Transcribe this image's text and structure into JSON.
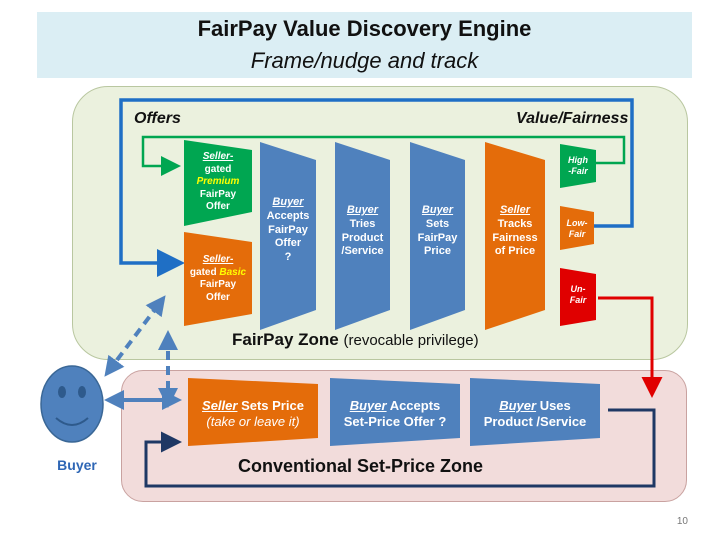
{
  "header": {
    "title": "FairPay Value Discovery Engine",
    "subtitle": "Frame/nudge and track"
  },
  "fairpay_zone": {
    "label": "FairPay Zone",
    "note": "(revocable privilege)",
    "offers_label": "Offers",
    "value_label": "Value/Fairness"
  },
  "offers": {
    "premium": {
      "line1": "Seller-",
      "line2": "gated",
      "line3": "Premium",
      "line4": "FairPay",
      "line5": "Offer"
    },
    "basic": {
      "line1": "Seller-",
      "line2a": "gated ",
      "line2b": "Basic",
      "line3": "FairPay",
      "line4": "Offer"
    }
  },
  "steps": [
    {
      "actor": "Buyer",
      "l1": "Accepts",
      "l2": "FairPay",
      "l3": "Offer",
      "l4": "?"
    },
    {
      "actor": "Buyer",
      "l1": "Tries",
      "l2": "Product",
      "l3": "/Service",
      "l4": ""
    },
    {
      "actor": "Buyer",
      "l1": "Sets",
      "l2": "FairPay",
      "l3": "Price",
      "l4": ""
    },
    {
      "actor": "Seller",
      "l1": "Tracks",
      "l2": "Fairness",
      "l3": "of Price",
      "l4": ""
    }
  ],
  "fairness": {
    "high": {
      "l1": "High",
      "l2": "-Fair"
    },
    "low": {
      "l1": "Low-",
      "l2": "Fair"
    },
    "un": {
      "l1": "Un-",
      "l2": "Fair"
    }
  },
  "setprice_zone": {
    "label": "Conventional Set-Price Zone",
    "step1": {
      "actor": "Seller",
      "rest": " Sets Price",
      "sub": "(take or leave it)"
    },
    "step2": {
      "actor": "Buyer",
      "rest": " Accepts",
      "sub": "Set-Price Offer ?"
    },
    "step3": {
      "actor": "Buyer",
      "rest": " Uses",
      "sub": "Product /Service"
    }
  },
  "buyer": {
    "label": "Buyer"
  },
  "page_number": "10",
  "colors": {
    "green": "#00a651",
    "orange": "#e46c0a",
    "blue": "#4f81bd",
    "red": "#e00000",
    "navy": "#1f3864",
    "arrow_blue": "#1f6fc5"
  }
}
